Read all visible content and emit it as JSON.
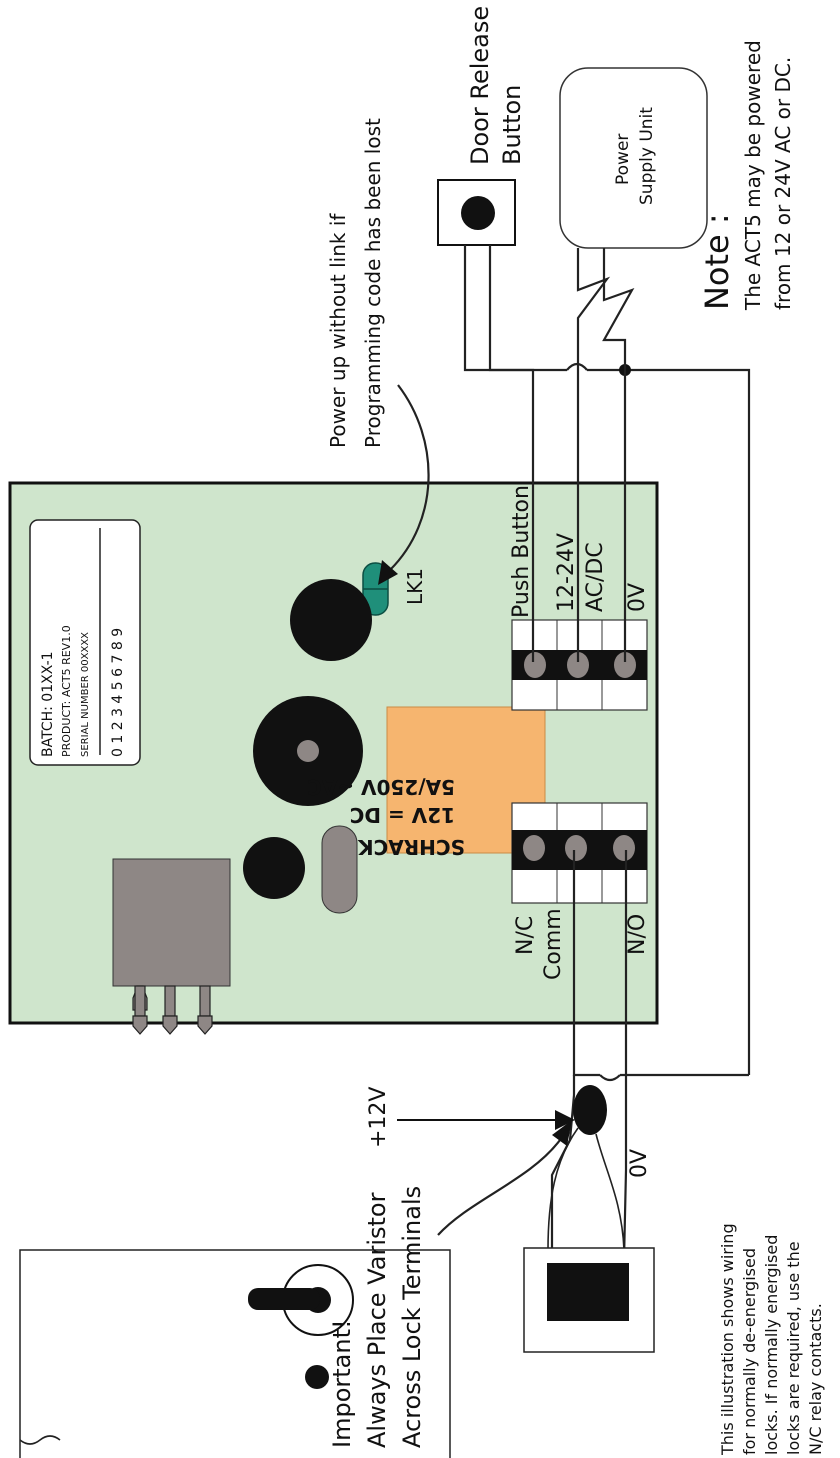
{
  "top_notes": {
    "power_up_line1": "Power up without link if",
    "power_up_line2": "Programming code has been lost",
    "door_release_line1": "Door Release",
    "door_release_line2": "Button",
    "psu_line1": "Power",
    "psu_line2": "Supply Unit",
    "note_title": "Note :",
    "note_line1": "The ACT5 may be powered",
    "note_line2": "from 12 or 24V AC or DC."
  },
  "board": {
    "batch": "BATCH: 01XX-1",
    "product": "PRODUCT: ACT5 REV1.0",
    "serial": "SERIAL NUMBER 00XXXX",
    "serial_digits": "0 1 2 3 4 5 6 7 8 9",
    "link_label": "LK1",
    "relay_line1": "SCHRACK",
    "relay_line2": "12V = DC",
    "relay_line3": "5A/250V ~AC",
    "terminal_push_button": "Push Button",
    "terminal_12_24v": "12-24V",
    "terminal_ac_dc": "AC/DC",
    "terminal_0v": "0V",
    "terminal_nc": "N/C",
    "terminal_comm": "Comm",
    "terminal_no": "N/O"
  },
  "bottom_notes": {
    "plus_12v": "+12V",
    "zero_v": "0V",
    "important_line1": "Important!",
    "important_line2": "Always Place Varistor",
    "important_line3": "Across Lock Terminals",
    "illus_line1": "This illustration shows wiring",
    "illus_line2": "for normally de-energised",
    "illus_line3": "locks. If normally energised",
    "illus_line4": "locks are required, use the",
    "illus_line5": "N/C relay contacts."
  },
  "colors": {
    "board_fill": "#cfe5cc",
    "relay_fill": "#f6b56f",
    "connector_gray": "#8e8785",
    "link_green": "#1f8f7a"
  }
}
